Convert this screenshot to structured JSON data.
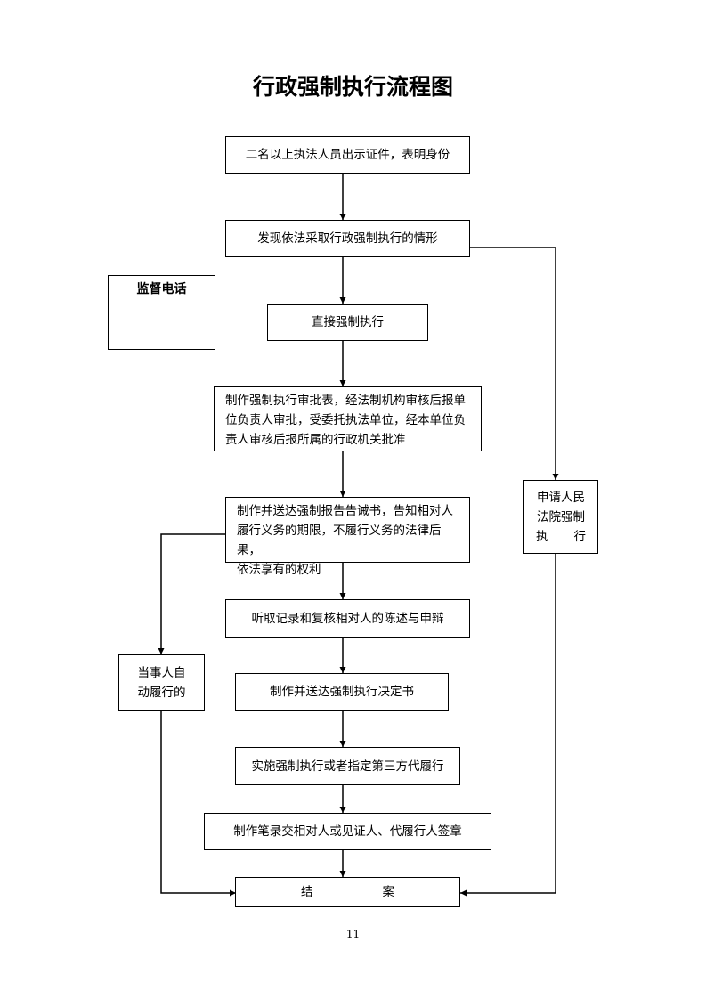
{
  "title": "行政强制执行流程图",
  "supervision": {
    "label": "监督电话"
  },
  "steps": {
    "s1": "二名以上执法人员出示证件，表明身份",
    "s2": "发现依法采取行政强制执行的情形",
    "s3": "直接强制执行",
    "s4": [
      "制作强制执行审批表，经法制机构审核后报单",
      "位负责人审批，受委托执法单位，经本单位负",
      "责人审核后报所属的行政机关批准"
    ],
    "s5": [
      "制作并送达强制报告告诫书，告知相对人",
      "履行义务的期限，不履行义务的法律后果，",
      "依法享有的权利"
    ],
    "s6": "听取记录和复核相对人的陈述与申辩",
    "s7": "制作并送达强制执行决定书",
    "s8": "实施强制执行或者指定第三方代履行",
    "s9": "制作笔录交相对人或见证人、代履行人签章",
    "s10": [
      "结",
      "案"
    ]
  },
  "side": {
    "court": [
      "申请人民",
      "法院强制",
      "执",
      "行"
    ],
    "self": [
      "当事人自",
      "动履行的"
    ]
  },
  "page_number": "11"
}
